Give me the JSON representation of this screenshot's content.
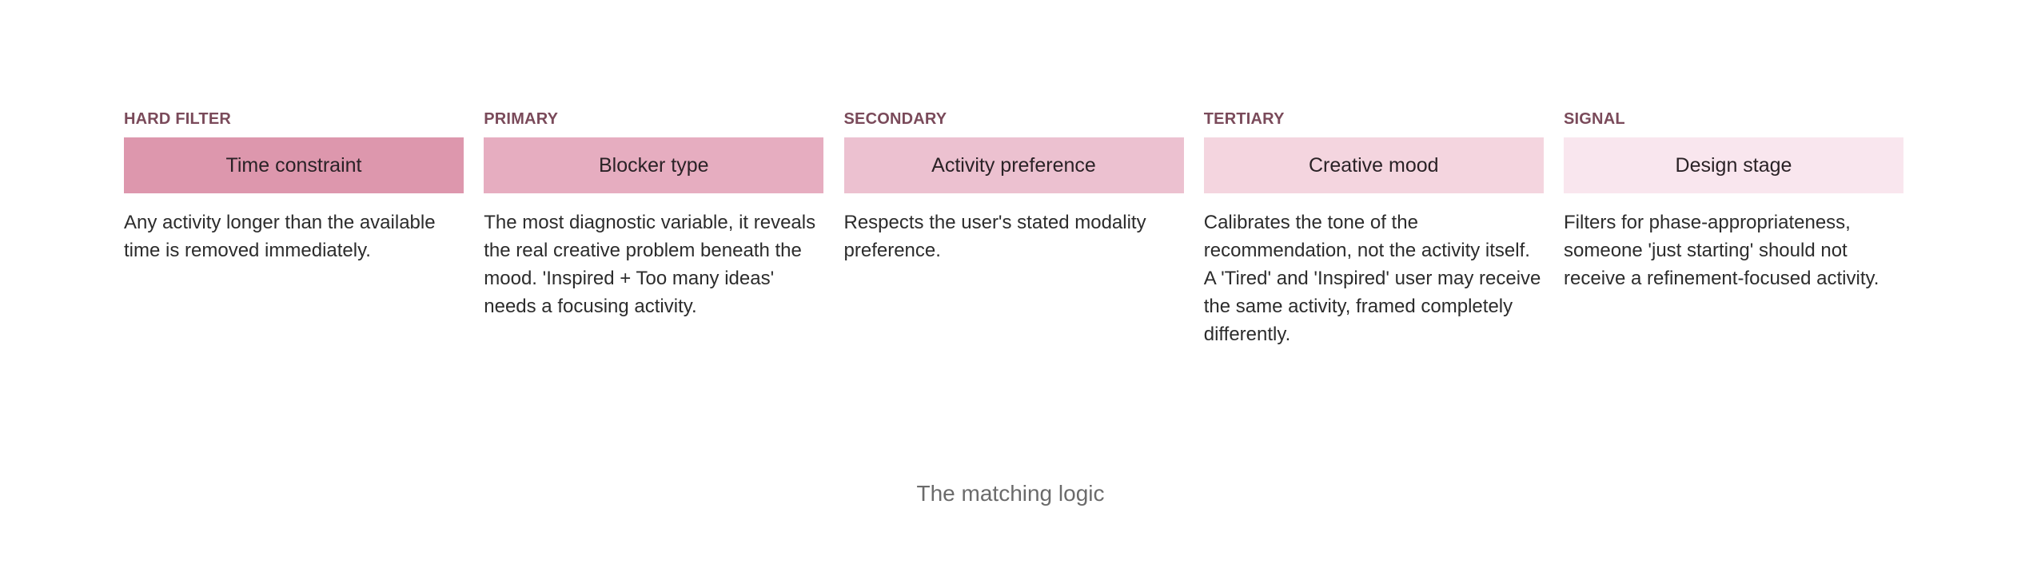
{
  "columns": [
    {
      "tier": "HARD FILTER",
      "name": "Time constraint",
      "description": "Any activity longer than the available time is removed immediately.",
      "color": "#dd97ad"
    },
    {
      "tier": "PRIMARY",
      "name": "Blocker type",
      "description": "The most diagnostic variable, it reveals the real creative problem beneath the mood. 'Inspired + Too many ideas' needs a focusing activity.",
      "color": "#e6adc0"
    },
    {
      "tier": "SECONDARY",
      "name": "Activity preference",
      "description": "Respects the user's stated modality preference.",
      "color": "#ecc1d0"
    },
    {
      "tier": "TERTIARY",
      "name": "Creative mood",
      "description": "Calibrates the tone of the recommendation, not the activity itself. A 'Tired' and 'Inspired' user may receive the same activity, framed completely differently.",
      "color": "#f4d5df"
    },
    {
      "tier": "SIGNAL",
      "name": "Design stage",
      "description": "Filters for phase-appropriateness, someone 'just starting' should not receive a refinement-focused activity.",
      "color": "#f9e6ee"
    }
  ],
  "caption": "The matching logic"
}
